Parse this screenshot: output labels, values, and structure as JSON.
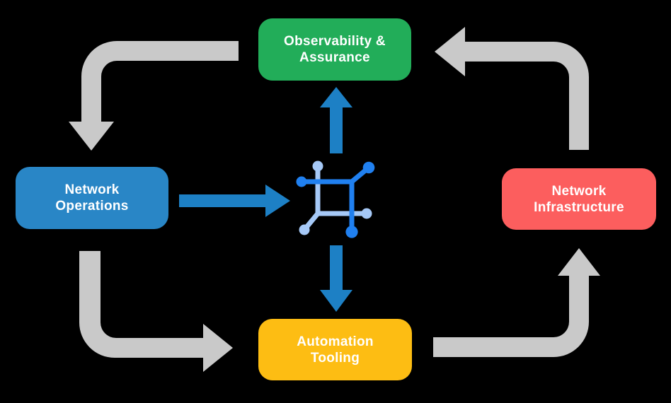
{
  "diagram": {
    "background": "#000000",
    "nodes": {
      "observability": {
        "label": "Observability &\nAssurance",
        "color": "#22ad59"
      },
      "operations": {
        "label": "Network\nOperations",
        "color": "#2986c6"
      },
      "infrastructure": {
        "label": "Network\nInfrastructure",
        "color": "#fc5e5e"
      },
      "automation": {
        "label": "Automation\nTooling",
        "color": "#fdbd13"
      }
    },
    "colors": {
      "flow_arrow": "#c9c9c9",
      "core_arrow": "#1d80c5",
      "icon_dark": "#2080f0",
      "icon_light": "#a6c9f7",
      "label_text": "#ffffff"
    },
    "edges": [
      {
        "from": "Observability & Assurance",
        "to": "Network Operations",
        "style": "gray-cycle"
      },
      {
        "from": "Network Operations",
        "to": "Automation Tooling",
        "style": "gray-cycle"
      },
      {
        "from": "Automation Tooling",
        "to": "Network Infrastructure",
        "style": "gray-cycle"
      },
      {
        "from": "Network Infrastructure",
        "to": "Observability & Assurance",
        "style": "gray-cycle"
      },
      {
        "from": "Network Operations",
        "to": "network-core-icon",
        "style": "blue-core"
      },
      {
        "from": "network-core-icon",
        "to": "Observability & Assurance",
        "style": "blue-core"
      },
      {
        "from": "network-core-icon",
        "to": "Automation Tooling",
        "style": "blue-core"
      }
    ]
  }
}
